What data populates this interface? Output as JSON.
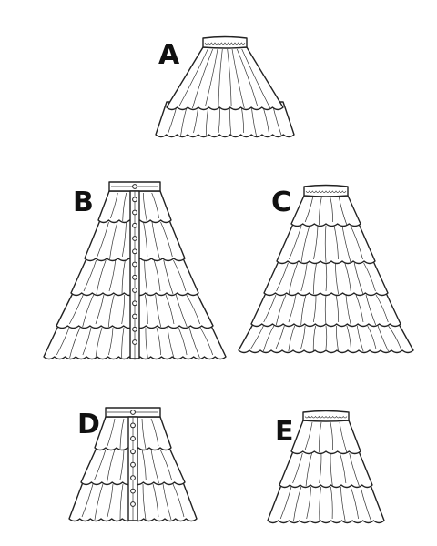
{
  "colors": {
    "ink": "#222222",
    "background": "#ffffff"
  },
  "views": [
    {
      "id": "A",
      "label": "A",
      "style": "elastic",
      "tiers": 1,
      "hem": "ruffle",
      "buttons": 0
    },
    {
      "id": "B",
      "label": "B",
      "style": "buttoned",
      "tiers": 5,
      "hem": "tiered",
      "buttons": 13
    },
    {
      "id": "C",
      "label": "C",
      "style": "elastic",
      "tiers": 5,
      "hem": "tiered",
      "buttons": 0
    },
    {
      "id": "D",
      "label": "D",
      "style": "buttoned",
      "tiers": 3,
      "hem": "tiered",
      "buttons": 8
    },
    {
      "id": "E",
      "label": "E",
      "style": "elastic",
      "tiers": 3,
      "hem": "tiered",
      "buttons": 0
    }
  ]
}
